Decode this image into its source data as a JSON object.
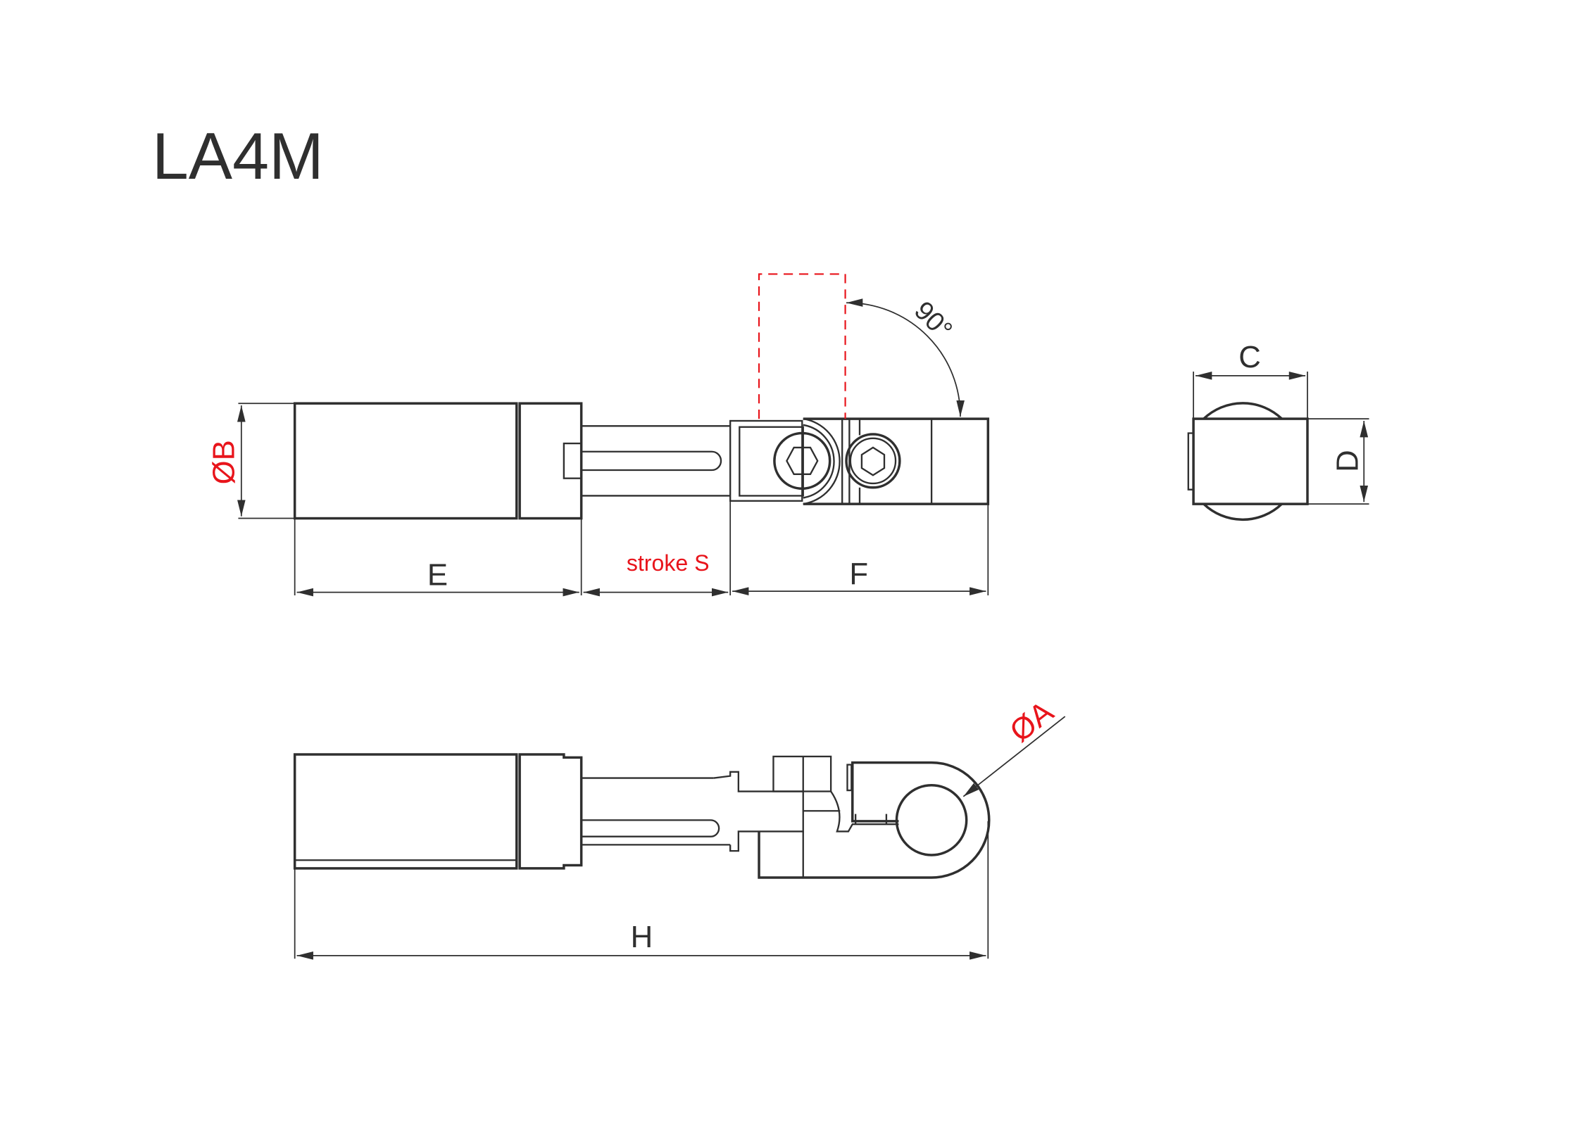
{
  "title": "LA4M",
  "labels": {
    "dia_b": "ØB",
    "e": "E",
    "stroke": "stroke S",
    "f": "F",
    "angle": "90°",
    "c": "C",
    "d": "D",
    "dia_a": "ØA",
    "h": "H"
  },
  "colors": {
    "line": "#2f2f2f",
    "accent": "#e8141b"
  }
}
